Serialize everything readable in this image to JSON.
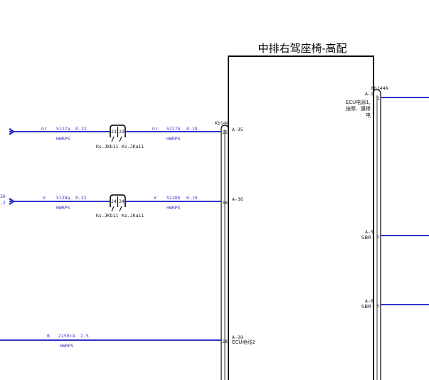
{
  "module": {
    "title": "中排右驾座椅-高配",
    "connector_left": "Kb144",
    "connector_right": "Kb144A"
  },
  "colors": {
    "wire": "#3232c8",
    "ink": "#000000"
  },
  "wires": [
    {
      "color_code": "Gr",
      "id_left": "5127a",
      "size_left": "0.22",
      "color_code_right": "Gr",
      "id_right": "5127b",
      "size_right": "0.19",
      "harness_left": "HWRPS",
      "harness_right": "HWRPS",
      "splice_pins": [
        "23",
        "23"
      ],
      "splice_labels": [
        "Ks.JKb11",
        "Ks.JKa11"
      ],
      "pin": "35",
      "pin_label": "A-35"
    },
    {
      "color_code": "V",
      "id_left": "5128a",
      "size_left": "0.22",
      "color_code_right": "V",
      "id_right": "5128b",
      "size_right": "0.19",
      "harness_left": "HWRPS",
      "harness_right": "HWRPS",
      "splice_pins": [
        "24",
        "24"
      ],
      "splice_labels": [
        "Ks.JKb11",
        "Ks.JKa11"
      ],
      "pin": "36",
      "pin_label": "A-36",
      "offpage_left": [
        "36",
        "-2"
      ]
    },
    {
      "color_code": "B",
      "id_left": "2159cA",
      "size_left": "2.5",
      "harness_left": "HWRPS",
      "pin": "28",
      "pin_label": "A-28",
      "function": "ECU地线2"
    }
  ],
  "right_pins": [
    {
      "ref": "A-1",
      "pin": "1",
      "function_lines": [
        "ECU电源1,",
        "按摩、腰撑",
        "电"
      ]
    },
    {
      "ref": "A-5",
      "pin": "5",
      "function_lines": [
        "SBR"
      ]
    },
    {
      "ref": "A-6",
      "pin": "6",
      "function_lines": [
        "SBR"
      ]
    }
  ]
}
